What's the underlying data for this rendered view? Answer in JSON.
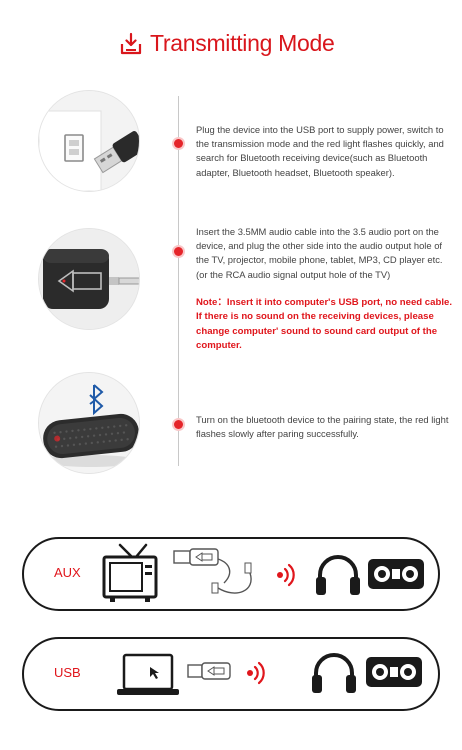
{
  "header": {
    "title": "Transmitting Mode",
    "accent_color": "#d9161c",
    "icon": "download-tray-icon"
  },
  "steps": [
    {
      "image": "usb-plug-photo",
      "text": "Plug the device into the USB port to supply power, switch to the transmission mode and the red light flashes quickly, and search for Bluetooth receiving device(such as Bluetooth adapter, Bluetooth headset, Bluetooth speaker)."
    },
    {
      "image": "audio-cable-photo",
      "text": "Insert the 3.5MM audio cable into the 3.5 audio port on the device, and plug the other side into the audio output hole of the TV, projector, mobile phone, tablet, MP3, CD player etc. (or the RCA audio signal output hole of the TV)",
      "note": "Note：Insert it into computer's USB port, no need cable. If there is no sound on the receiving devices, please change computer' sound to sound card output of the computer."
    },
    {
      "image": "bluetooth-speaker-photo",
      "text": "Turn on the bluetooth device to the pairing state, the red light flashes slowly after paring successfully."
    }
  ],
  "diagrams": [
    {
      "label": "AUX",
      "source": "tv-icon",
      "adapter": "usb-adapter-with-cable-icon"
    },
    {
      "label": "USB",
      "source": "laptop-icon",
      "adapter": "usb-adapter-icon"
    }
  ]
}
